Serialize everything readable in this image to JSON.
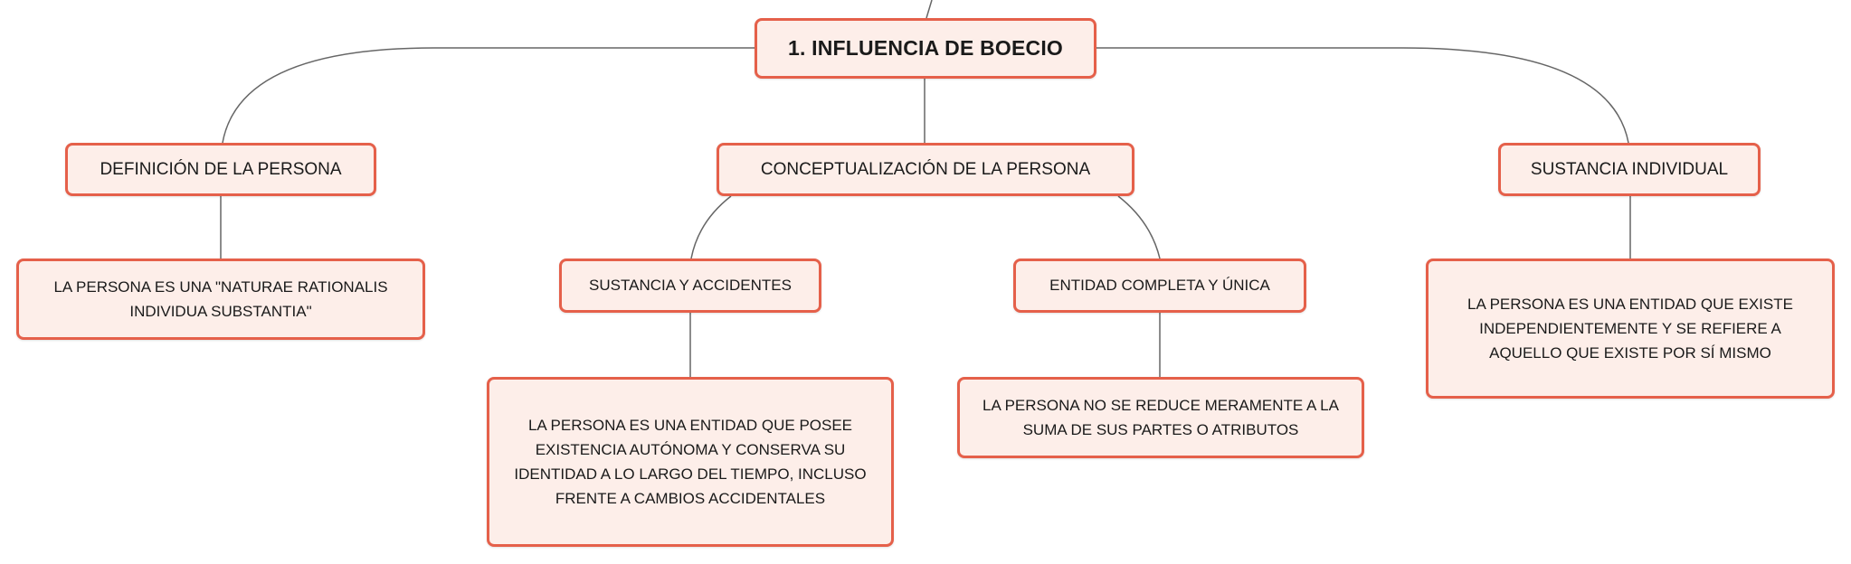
{
  "diagram": {
    "root": {
      "label": "1. INFLUENCIA DE BOECIO"
    },
    "branches": [
      {
        "label": "DEFINICIÓN DE LA PERSONA",
        "detail": "LA PERSONA ES UNA \"NATURAE RATIONALIS INDIVIDUA SUBSTANTIA\""
      },
      {
        "label": "CONCEPTUALIZACIÓN DE LA PERSONA",
        "children": [
          {
            "label": "SUSTANCIA Y ACCIDENTES",
            "detail": "LA PERSONA ES UNA ENTIDAD QUE POSEE EXISTENCIA AUTÓNOMA Y CONSERVA SU IDENTIDAD A LO LARGO DEL TIEMPO, INCLUSO FRENTE A CAMBIOS ACCIDENTALES"
          },
          {
            "label": "ENTIDAD COMPLETA Y ÚNICA",
            "detail": "LA PERSONA NO SE REDUCE MERAMENTE A LA SUMA DE SUS PARTES O ATRIBUTOS"
          }
        ]
      },
      {
        "label": "SUSTANCIA INDIVIDUAL",
        "detail": "LA PERSONA ES UNA ENTIDAD QUE EXISTE INDEPENDIENTEMENTE Y SE REFIERE A AQUELLO QUE EXISTE POR SÍ MISMO"
      }
    ]
  },
  "colors": {
    "node_fill": "#fdeee9",
    "node_border": "#e5604a",
    "connector": "#666666",
    "text": "#1a1a1a"
  }
}
